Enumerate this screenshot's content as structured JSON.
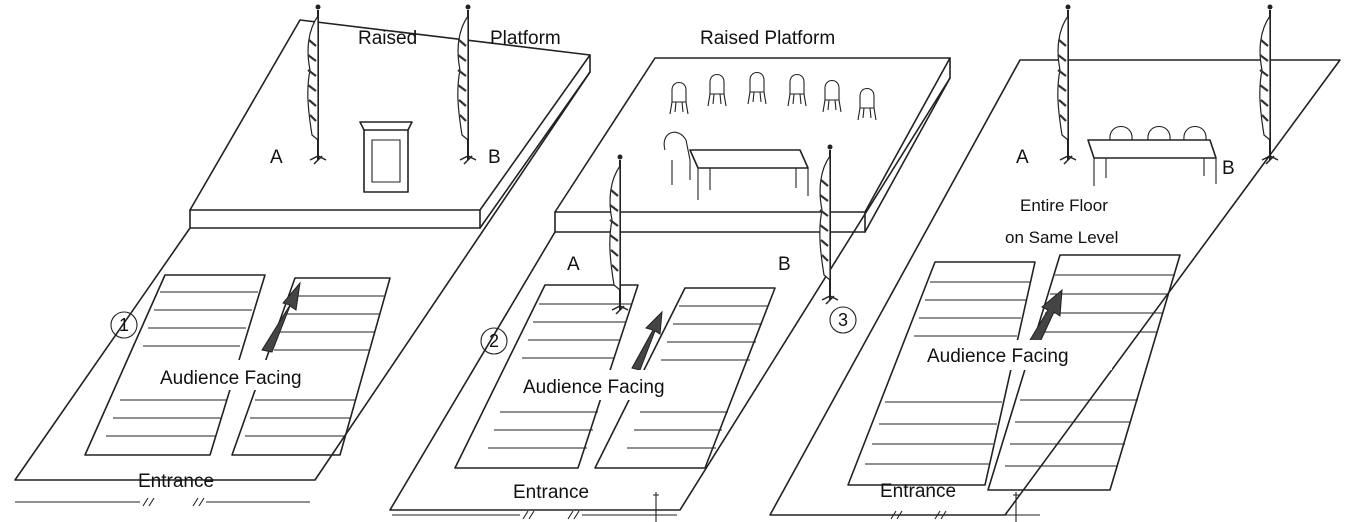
{
  "layouts": [
    {
      "number": "1",
      "platform_label_left": "Raised",
      "platform_label_right": "Platform",
      "flag_a_label": "A",
      "flag_b_label": "B",
      "facing_label": "Audience Facing",
      "entrance_label": "Entrance"
    },
    {
      "number": "2",
      "platform_label": "Raised Platform",
      "flag_a_label": "A",
      "flag_b_label": "B",
      "facing_label": "Audience Facing",
      "entrance_label": "Entrance"
    },
    {
      "number": "3",
      "floor_label_line1": "Entire Floor",
      "floor_label_line2": "on Same Level",
      "flag_a_label": "A",
      "flag_b_label": "B",
      "facing_label": "Audience Facing",
      "entrance_label": "Entrance"
    }
  ]
}
